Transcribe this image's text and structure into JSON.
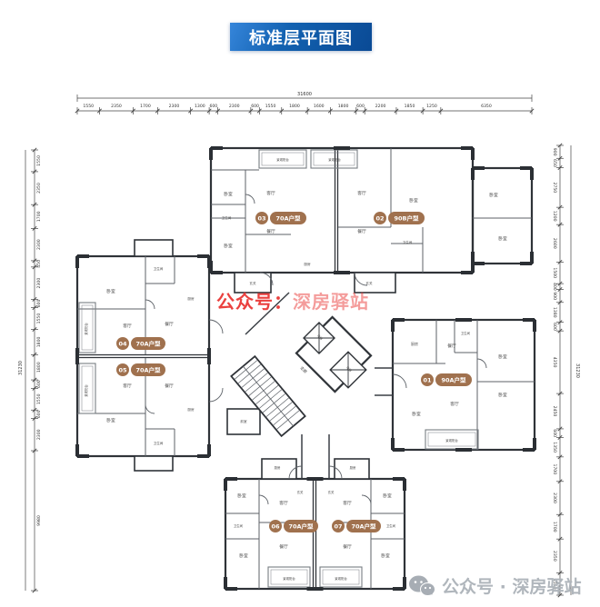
{
  "title": "标准层平面图",
  "dimensions": {
    "top": {
      "total": "31600",
      "segments": [
        1550,
        2350,
        1700,
        2300,
        1300,
        600,
        2300,
        600,
        1550,
        1800,
        1600,
        1800,
        600,
        2200,
        1850,
        1250,
        6350
      ]
    },
    "left": {
      "total": "31230",
      "segments": [
        1550,
        2350,
        1700,
        2300,
        450,
        2300,
        600,
        1550,
        1800,
        1800,
        600,
        1550,
        600,
        2300,
        9980
      ]
    },
    "right": {
      "total": "31230",
      "segments": [
        900,
        650,
        2750,
        1200,
        2600,
        1500,
        400,
        900,
        1380,
        600,
        4350,
        2450,
        600,
        1350,
        1700,
        2300,
        1700,
        2350,
        1550
      ]
    }
  },
  "units": [
    {
      "no": "03",
      "type": "70A户型"
    },
    {
      "no": "02",
      "type": "90B户型"
    },
    {
      "no": "04",
      "type": "70A户型"
    },
    {
      "no": "05",
      "type": "70A户型"
    },
    {
      "no": "01",
      "type": "90A户型"
    },
    {
      "no": "06",
      "type": "70A户型"
    },
    {
      "no": "07",
      "type": "70A户型"
    }
  ],
  "room_labels": {
    "bedroom": "卧室",
    "living": "客厅",
    "dining": "餐厅",
    "kitchen": "厨房",
    "bath": "卫生间",
    "balcony": "景观阳台",
    "foyer": "玄关",
    "corridor": "走廊",
    "elevator": "电梯",
    "front_room": "前室"
  },
  "watermark_center": {
    "part1": "公众号：",
    "part2": "深房驿站"
  },
  "watermark_bottom": "公众号 · 深房驿站",
  "colors": {
    "banner_blue": "#1261b0",
    "badge_brown": "#a0714e",
    "wall_dark": "#2f3338",
    "wall_inner": "#5c6167",
    "balcony_line": "#787d83",
    "dim_line": "#444444",
    "watermark_red": "#e8312f",
    "watermark_gray": "#b0b6bc"
  }
}
